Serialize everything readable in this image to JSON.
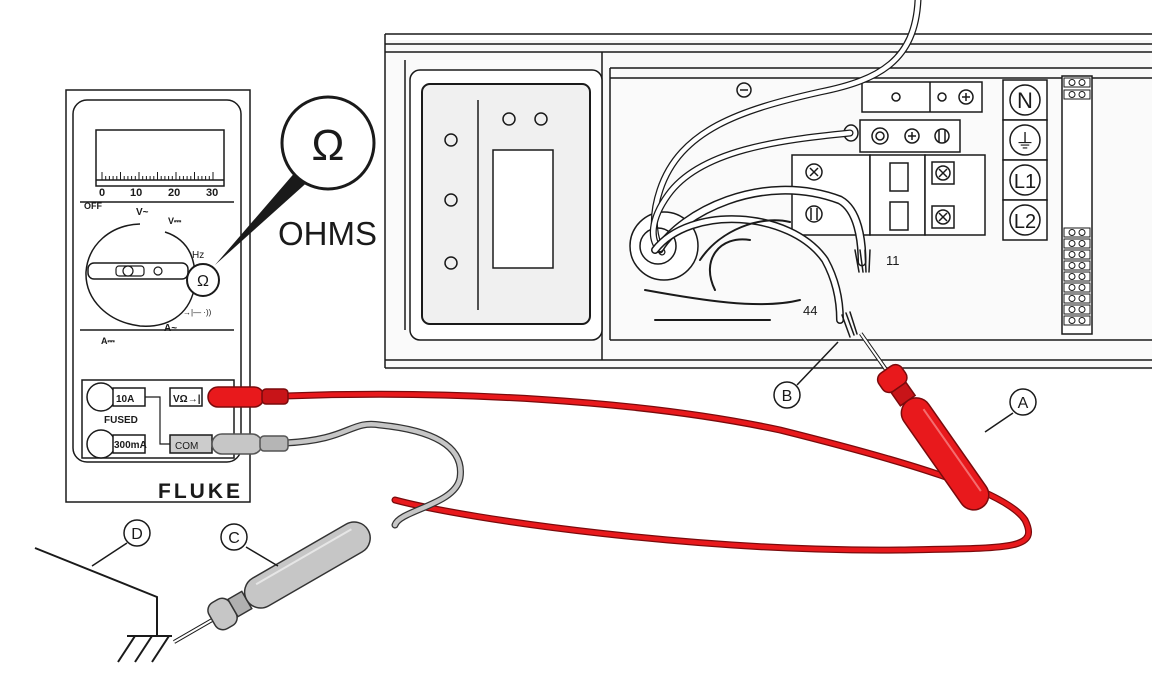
{
  "meter": {
    "brand": "FLUKE",
    "scale_ticks": [
      "0",
      "10",
      "20",
      "30"
    ],
    "dial": {
      "off": "OFF",
      "v_ac": "V~",
      "v_dc": "V⎓",
      "hz": "Hz",
      "ohm": "Ω",
      "diode": "→|— ·))",
      "a_ac": "A~",
      "a_dc": "A⎓"
    },
    "jacks": {
      "amps": "10A",
      "fused": "FUSED",
      "milliamps": "300mA",
      "volt_ohm": "VΩ→|",
      "com": "COM"
    }
  },
  "callout": {
    "symbol": "Ω",
    "label": "OHMS"
  },
  "panel": {
    "terminals": [
      "N",
      "⏚",
      "L1",
      "L2"
    ],
    "wire_numbers": [
      "11",
      "44"
    ]
  },
  "markers": [
    "A",
    "B",
    "C",
    "D"
  ],
  "colors": {
    "red_lead": "#e8191c",
    "red_dark": "#a00e10",
    "gray_lead": "#c6c6c6",
    "gray_dark": "#8a8a8a",
    "outline": "#1a1a1a",
    "panel_fill": "#f2f2f2"
  }
}
